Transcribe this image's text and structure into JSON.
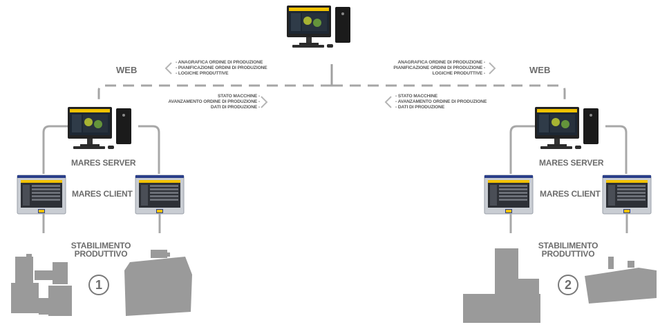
{
  "web_label_left": "WEB",
  "web_label_right": "WEB",
  "left_top_flow": [
    "- ANAGRAFICA ORDINE DI PRODUZIONE",
    "- PIANIFICAZIONE ORDINI DI PRODUZIONE",
    "- LOGICHE PRODUTTIVE"
  ],
  "left_bottom_flow": [
    "STATO MACCHINE -",
    "AVANZAMENTO ORDINE DI PRODUZIONE -",
    "DATI DI PRODUZIONE -"
  ],
  "right_top_flow": [
    "ANAGRAFICA ORDINE DI PRODUZIONE -",
    "PIANIFICAZIONE ORDINI DI PRODUZIONE -",
    "LOGICHE PRODUTTIVE -"
  ],
  "right_bottom_flow": [
    "- STATO MACCHINE",
    "- AVANZAMENTO ORDINE DI PRODUZIONE",
    "- DATI DI PRODUZIONE"
  ],
  "plants": [
    {
      "server_label": "MARES SERVER",
      "client_label": "MARES CLIENT",
      "plant_label_1": "STABILIMENTO",
      "plant_label_2": "PRODUTTIVO",
      "number": "1"
    },
    {
      "server_label": "MARES SERVER",
      "client_label": "MARES CLIENT",
      "plant_label_1": "STABILIMENTO",
      "plant_label_2": "PRODUTTIVO",
      "number": "2"
    }
  ],
  "colors": {
    "line": "#a0a0a0",
    "arrow": "#b5b5b5",
    "machine": "#9a9a9a",
    "screen_bar": "#f2c200",
    "text": "#6d6d6d"
  }
}
